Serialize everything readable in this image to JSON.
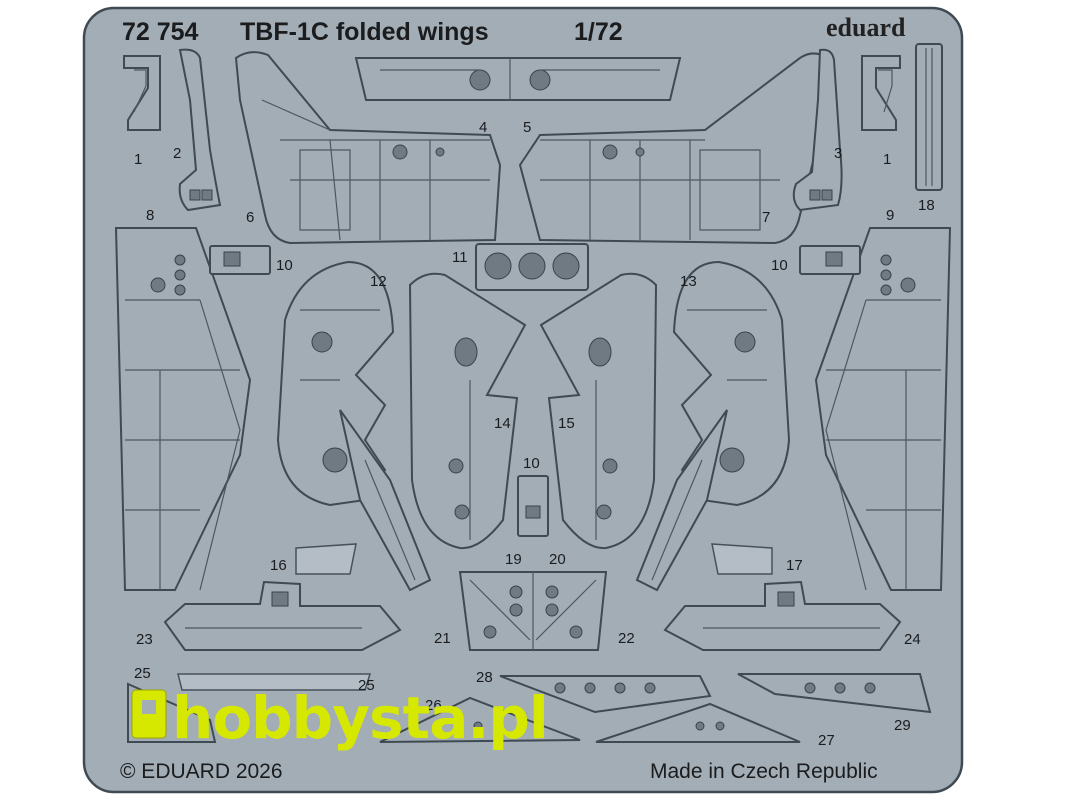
{
  "header": {
    "set_number": "72 754",
    "set_title": "TBF-1C folded wings",
    "scale": "1/72",
    "brand_logo": "eduard"
  },
  "footer": {
    "copyright": "© EDUARD 2026",
    "origin": "Made in Czech Republic"
  },
  "watermark": {
    "text": "hobbysta.pl",
    "color": "#d6e800"
  },
  "part_numbers": [
    "1",
    "2",
    "4",
    "5",
    "3",
    "1",
    "18",
    "6",
    "7",
    "8",
    "9",
    "10",
    "11",
    "10",
    "12",
    "13",
    "14",
    "15",
    "10",
    "16",
    "17",
    "19",
    "20",
    "21",
    "22",
    "23",
    "24",
    "25",
    "25",
    "26",
    "28",
    "29",
    "27"
  ],
  "colors": {
    "fret": "#a3adb6",
    "outline": "#3f4a52",
    "background": "#ffffff"
  }
}
